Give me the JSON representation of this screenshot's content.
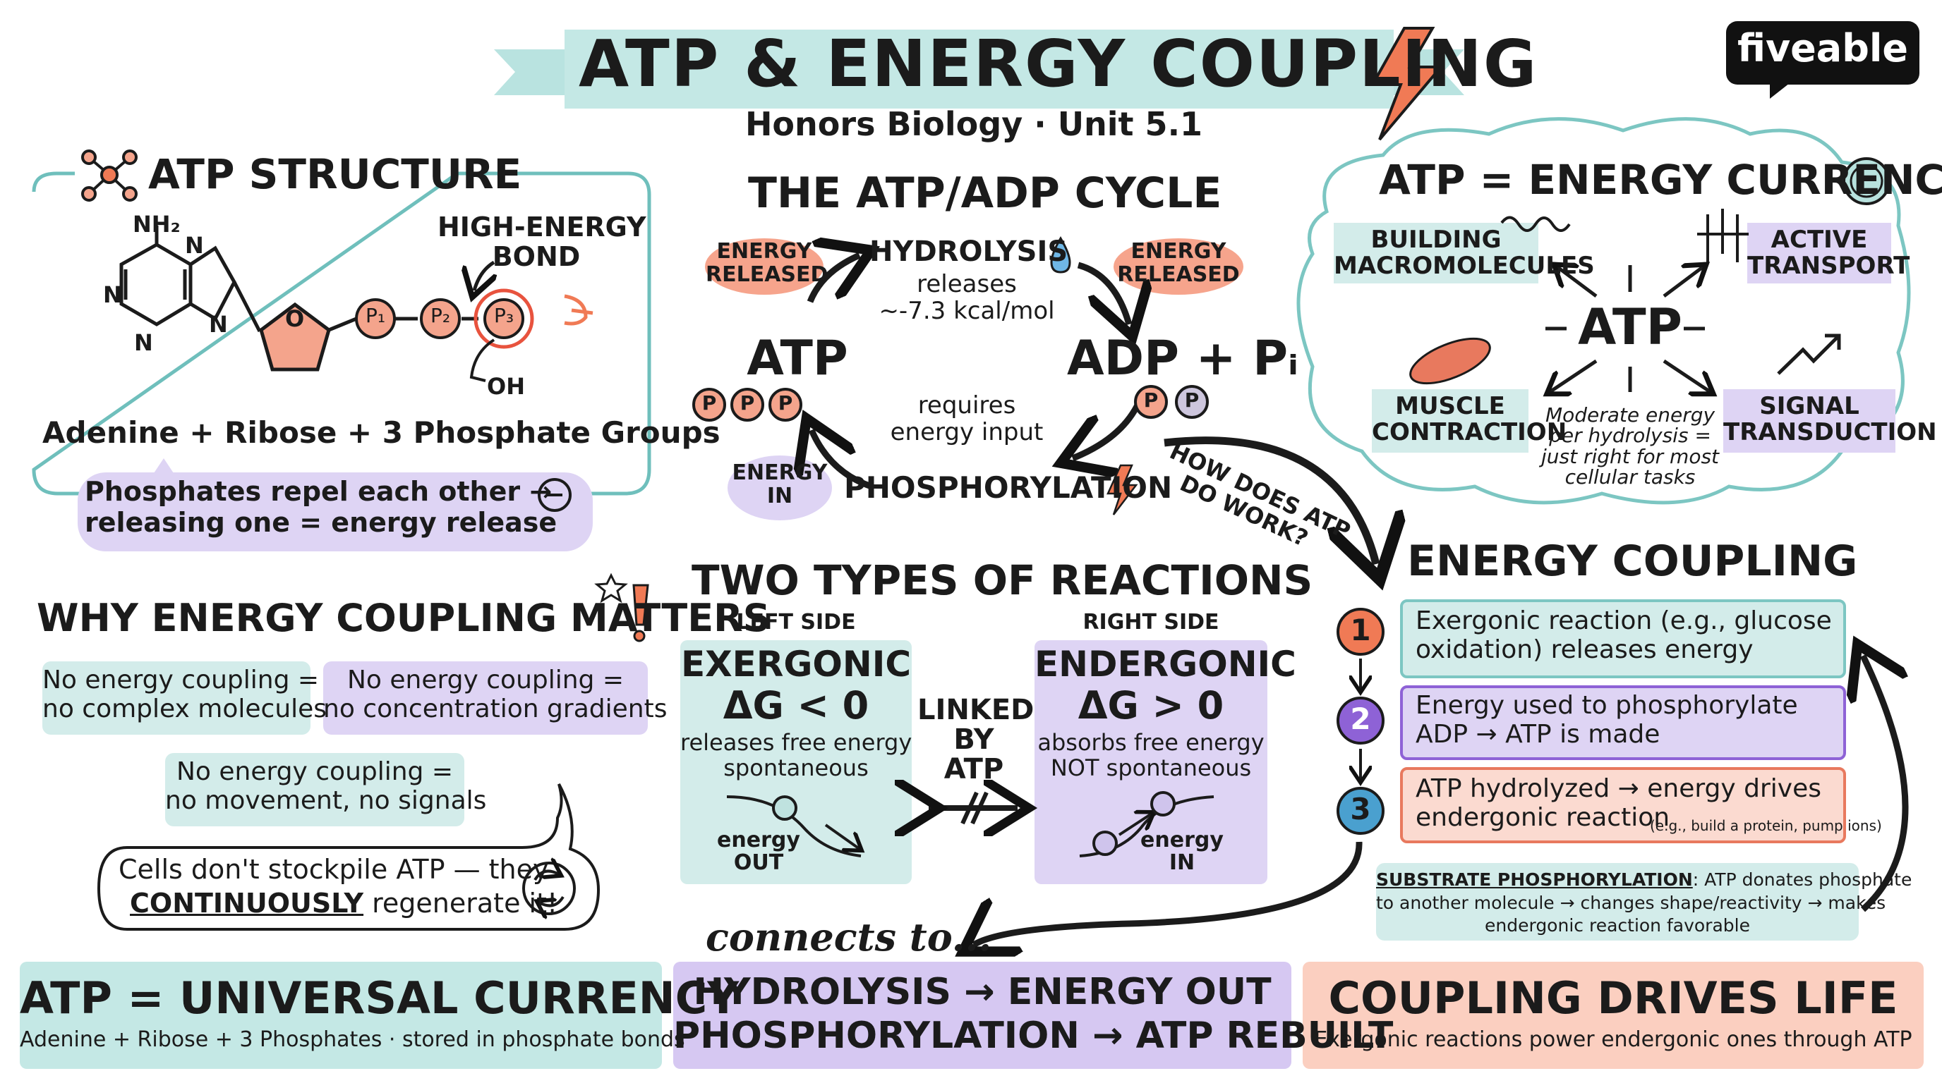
{
  "header": {
    "title": "ATP & ENERGY COUPLING",
    "subtitle": "Honors Biology · Unit 5.1",
    "logo": "fiveable"
  },
  "structure": {
    "heading": "ATP STRUCTURE",
    "nh2": "NH₂",
    "n1": "N",
    "n2": "N",
    "n3": "N",
    "n4": "N",
    "o_ring": "O",
    "p1": "P₁",
    "p2": "P₂",
    "p3": "P₃",
    "oh": "OH",
    "bond_label": "HIGH-ENERGY\nBOND",
    "caption": "Adenine + Ribose + 3 Phosphate Groups",
    "note": "Phosphates repel each other →\nreleasing one = energy release",
    "note_icon": "minus-circle-icon"
  },
  "cycle": {
    "heading": "THE ATP/ADP CYCLE",
    "hydrolysis": "HYDROLYSIS",
    "releases": "releases\n~-7.3 kcal/mol",
    "energy_released_left": "ENERGY\nRELEASED",
    "energy_released_right": "ENERGY\nRELEASED",
    "atp": "ATP",
    "adp": "ADP + Pᵢ",
    "p": "P",
    "requires": "requires\nenergy input",
    "energy_in": "ENERGY\nIN",
    "phosphorylation": "PHOSPHORYLATION",
    "how_does": "HOW DOES ATP\nDO WORK?"
  },
  "currency": {
    "heading": "ATP = ENERGY CURRENCY",
    "center": "ATP",
    "building": "BUILDING\nMACROMOLECULES",
    "transport": "ACTIVE\nTRANSPORT",
    "muscle": "MUSCLE\nCONTRACTION",
    "signal": "SIGNAL\nTRANSDUCTION",
    "note": "Moderate energy\nper hydrolysis =\njust right for most\ncellular tasks"
  },
  "why": {
    "heading": "WHY ENERGY COUPLING MATTERS",
    "box1": "No energy coupling =\nno complex molecules",
    "box2": "No energy coupling =\nno concentration gradients",
    "box3": "No energy coupling =\nno movement, no signals",
    "bubble_prefix": "Cells don't stockpile ATP — they",
    "bubble_emph": "CONTINUOUSLY",
    "bubble_suffix": " regenerate it!"
  },
  "reactions": {
    "heading": "TWO TYPES OF REACTIONS",
    "left_side": "LEFT SIDE",
    "right_side": "RIGHT SIDE",
    "exergonic": "EXERGONIC",
    "exergonic_dg": "ΔG < 0",
    "exergonic_desc": "releases free energy\nspontaneous",
    "energy_out": "energy\nOUT",
    "linked": "LINKED\nBY\nATP",
    "endergonic": "ENDERGONIC",
    "endergonic_dg": "ΔG > 0",
    "endergonic_desc": "absorbs free energy\nNOT spontaneous",
    "energy_in": "energy\nIN"
  },
  "coupling": {
    "heading": "ENERGY COUPLING",
    "steps": [
      {
        "num": "1",
        "text": "Exergonic reaction (e.g., glucose\noxidation) releases energy"
      },
      {
        "num": "2",
        "text": "Energy used to phosphorylate\nADP → ATP is made"
      },
      {
        "num": "3",
        "text": "ATP hydrolyzed → energy drives\nendergonic reaction",
        "small": "(e.g., build a protein, pump ions)"
      }
    ],
    "substrate_title": "SUBSTRATE PHOSPHORYLATION",
    "substrate_text": ": ATP donates phosphate\nto another molecule → changes shape/reactivity → makes\nendergonic reaction favorable"
  },
  "footer": {
    "connects": "connects to...",
    "left_title": "ATP = UNIVERSAL CURRENCY",
    "left_sub": "Adenine + Ribose + 3 Phosphates · stored in phosphate bonds",
    "mid_line1": "HYDROLYSIS → ENERGY OUT",
    "mid_line2": "PHOSPHORYLATION → ATP REBUILT",
    "right_title": "COUPLING DRIVES LIFE",
    "right_sub": "Exergonic reactions power endergonic ones through ATP"
  },
  "colors": {
    "teal": "#d3ecea",
    "lavender": "#ded4f4",
    "salmon": "#f6a48c",
    "pink": "#fbdad0",
    "red": "#e8533e",
    "purple": "#8e62d6",
    "blue": "#4aa0cf"
  }
}
